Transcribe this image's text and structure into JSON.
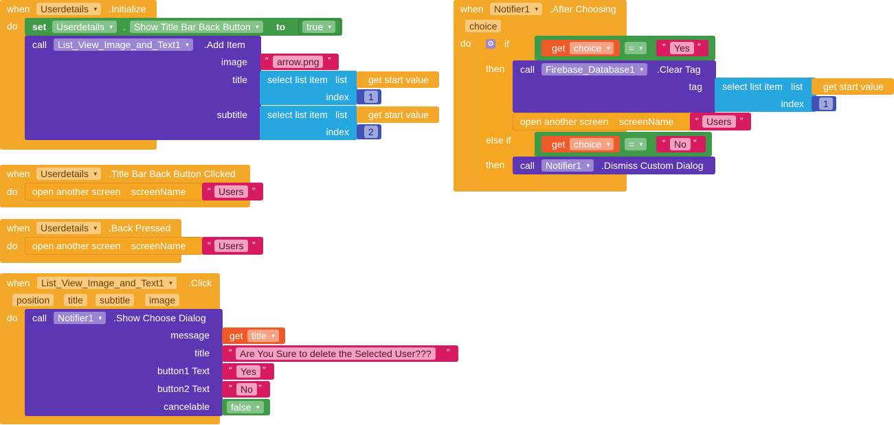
{
  "kw": {
    "when": "when",
    "do": "do",
    "set": "set",
    "to": "to",
    "call": "call",
    "get": "get",
    "if": "if",
    "then": "then",
    "elseif": "else if",
    "open_screen": "open another screen",
    "screen_name": "screenName",
    "select_item": "select list item",
    "list": "list",
    "index": "index",
    "get_start_value": "get start value",
    "dot": "."
  },
  "block1": {
    "component": "Userdetails",
    "event": ".Initialize",
    "set_component": "Userdetails",
    "set_prop": "Show Title Bar Back Button",
    "set_value": "true",
    "call_component": "List_View_Image_and_Text1",
    "call_method": ".Add Item",
    "image_label": "image",
    "image_value": "arrow.png",
    "title_label": "title",
    "subtitle_label": "subtitle",
    "index1": "1",
    "index2": "2"
  },
  "block2": {
    "component": "Userdetails",
    "event": ".Title Bar Back Button Clicked",
    "screen": "Users"
  },
  "block3": {
    "component": "Userdetails",
    "event": ".Back Pressed",
    "screen": "Users"
  },
  "block4": {
    "component": "List_View_Image_and_Text1",
    "event": ".Click",
    "params": [
      "position",
      "title",
      "subtitle",
      "image"
    ],
    "call_component": "Notifier1",
    "call_method": ".Show Choose Dialog",
    "message_label": "message",
    "message_var": "title",
    "title_label": "title",
    "title_value": "Are You Sure to delete the Selected User???",
    "b1_label": "button1 Text",
    "b1_value": "Yes",
    "b2_label": "button2 Text",
    "b2_value": "No",
    "cancel_label": "cancelable",
    "cancel_value": "false"
  },
  "block5": {
    "component": "Notifier1",
    "event": ".After Choosing",
    "param": "choice",
    "var1": "choice",
    "op": "=",
    "val1": "Yes",
    "call_component": "Firebase_Database1",
    "call_method": ".Clear Tag",
    "tag_label": "tag",
    "index": "1",
    "screen": "Users",
    "var2": "choice",
    "val2": "No",
    "call2_component": "Notifier1",
    "call2_method": ".Dismiss Custom Dialog"
  },
  "glyphs": {
    "dropdown": "▾",
    "lquote": "“",
    "rquote": "”",
    "gear": "⚙"
  }
}
